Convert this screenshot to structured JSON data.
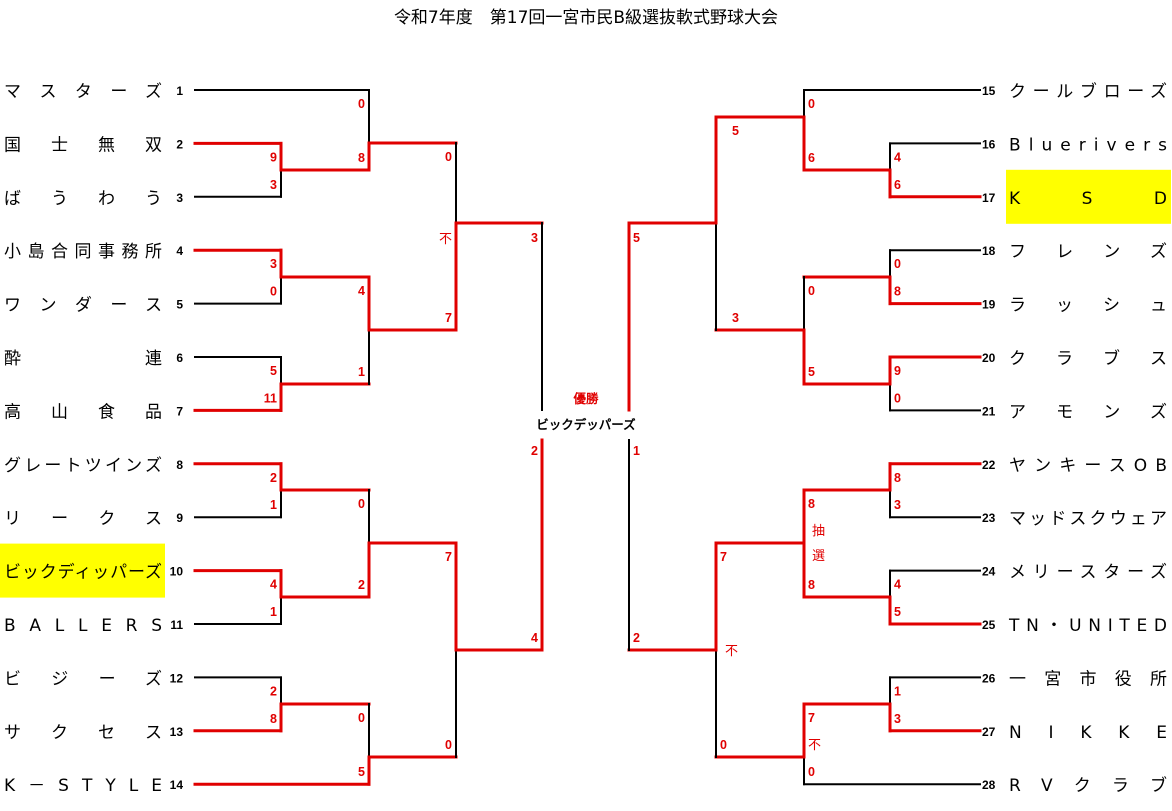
{
  "title": "令和7年度　第17回一宮市民B級選抜軟式野球大会",
  "colors": {
    "win": "#e00000",
    "line": "#000000",
    "highlight": "#ffff00"
  },
  "champion": {
    "label": "優勝",
    "name": "ビックデッパーズ"
  },
  "teams": [
    {
      "no": "1",
      "name": "マスターズ"
    },
    {
      "no": "2",
      "name": "国士無双"
    },
    {
      "no": "3",
      "name": "ばうわう"
    },
    {
      "no": "4",
      "name": "小島合同事務所"
    },
    {
      "no": "5",
      "name": "ワンダース"
    },
    {
      "no": "6",
      "name": "酔　　　連"
    },
    {
      "no": "7",
      "name": "高山食品"
    },
    {
      "no": "8",
      "name": "グレートツインズ"
    },
    {
      "no": "9",
      "name": "リークス"
    },
    {
      "no": "10",
      "name": "ビックディッパーズ",
      "highlight": true
    },
    {
      "no": "11",
      "name": "BALLERS"
    },
    {
      "no": "12",
      "name": "ビジーズ"
    },
    {
      "no": "13",
      "name": "サクセス"
    },
    {
      "no": "14",
      "name": "K－STYLE"
    },
    {
      "no": "15",
      "name": "クールブローズ"
    },
    {
      "no": "16",
      "name": "Bluerivers"
    },
    {
      "no": "17",
      "name": "KSD",
      "highlight": true
    },
    {
      "no": "18",
      "name": "フレンズ"
    },
    {
      "no": "19",
      "name": "ラッシュ"
    },
    {
      "no": "20",
      "name": "クラブス"
    },
    {
      "no": "21",
      "name": "アモンズ"
    },
    {
      "no": "22",
      "name": "ヤンキースOB"
    },
    {
      "no": "23",
      "name": "マッドスクウェア"
    },
    {
      "no": "24",
      "name": "メリースターズ"
    },
    {
      "no": "25",
      "name": "TN・UNITED"
    },
    {
      "no": "26",
      "name": "一宮市役所"
    },
    {
      "no": "27",
      "name": "NIKKE"
    },
    {
      "no": "28",
      "name": "RVクラブ"
    }
  ],
  "matches": {
    "m1": {
      "scores": [
        "9",
        "3"
      ],
      "winner": "top"
    },
    "m2": {
      "scores": [
        "0",
        "8"
      ],
      "winner": "bottom"
    },
    "m3": {
      "scores": [
        "3",
        "0"
      ],
      "winner": "top"
    },
    "m4": {
      "scores": [
        "5",
        "11"
      ],
      "winner": "bottom"
    },
    "m5": {
      "scores": [
        "4",
        "1"
      ],
      "winner": "top"
    },
    "m6": {
      "scores": [
        "0",
        "7"
      ],
      "winner": "bottom",
      "note": "不"
    },
    "m7": {
      "scores": [
        "2",
        "1"
      ],
      "winner": "top"
    },
    "m8": {
      "scores": [
        "4",
        "1"
      ],
      "winner": "top"
    },
    "m9": {
      "scores": [
        "0",
        "2"
      ],
      "winner": "bottom"
    },
    "m10": {
      "scores": [
        "2",
        "8"
      ],
      "winner": "bottom"
    },
    "m11": {
      "scores": [
        "0",
        "5"
      ],
      "winner": "bottom"
    },
    "m12": {
      "scores": [
        "7",
        "0"
      ],
      "winner": "top"
    },
    "r1": {
      "scores": [
        "4",
        "6"
      ],
      "winner": "bottom"
    },
    "r2": {
      "scores": [
        "0",
        "6"
      ],
      "winner": "bottom"
    },
    "r3": {
      "scores": [
        "0",
        "8"
      ],
      "winner": "bottom"
    },
    "r4": {
      "scores": [
        "9",
        "0"
      ],
      "winner": "top"
    },
    "r5": {
      "scores": [
        "0",
        "5"
      ],
      "winner": "bottom"
    },
    "r6": {
      "scores": [
        "5",
        "3"
      ],
      "winner": "top"
    },
    "r7": {
      "scores": [
        "8",
        "3"
      ],
      "winner": "top"
    },
    "r8": {
      "scores": [
        "4",
        "5"
      ],
      "winner": "bottom"
    },
    "r9": {
      "scores": [
        "8",
        "8"
      ],
      "winner": "both",
      "note": "抽選"
    },
    "r10": {
      "scores": [
        "1",
        "3"
      ],
      "winner": "bottom"
    },
    "r11": {
      "scores": [
        "7",
        "0"
      ],
      "winner": "top",
      "note": "不"
    },
    "r12": {
      "scores": [
        "7",
        "0"
      ],
      "winner": "top",
      "note": "不"
    },
    "semiL": {
      "scores": [
        "3",
        "4"
      ],
      "winner": "bottom"
    },
    "semiR": {
      "scores": [
        "5",
        "2"
      ],
      "winner": "top"
    },
    "final": {
      "scores": [
        "2",
        "1"
      ],
      "winner": "left"
    }
  }
}
